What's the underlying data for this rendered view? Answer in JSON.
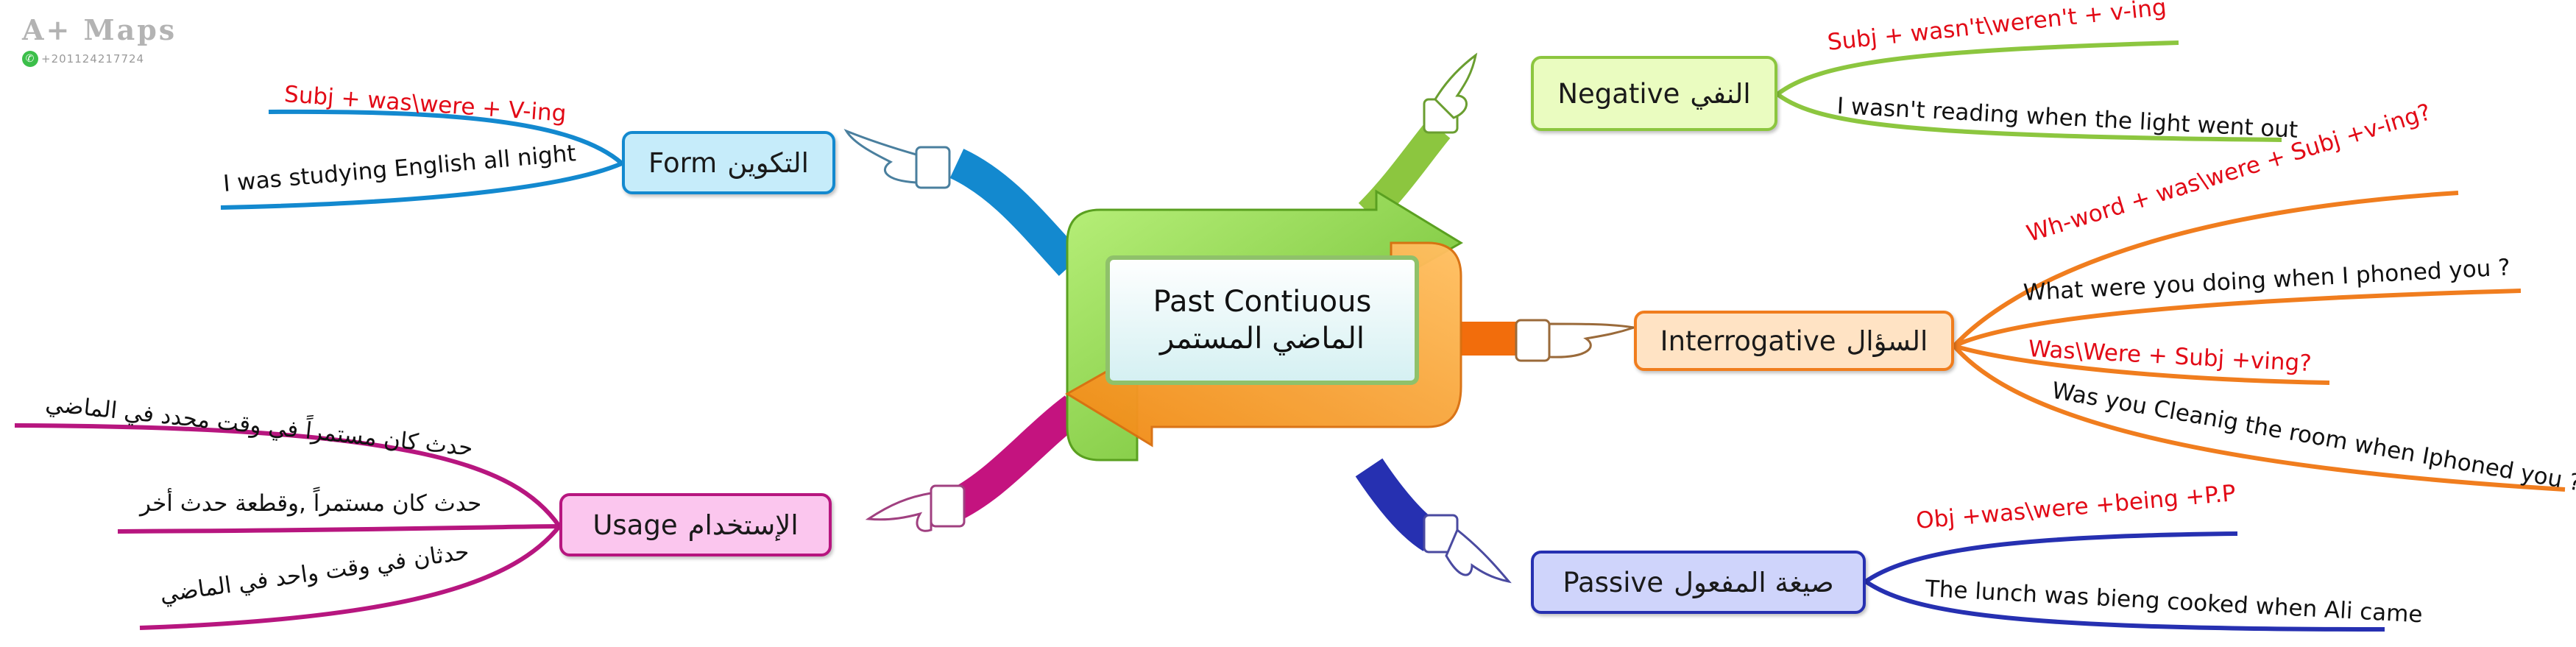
{
  "logo": {
    "title": "A+ Maps",
    "phone": "+201124217724"
  },
  "central": {
    "line1": "Past Contiuous",
    "line2": "الماضي المستمر"
  },
  "branches": {
    "form": {
      "en": "Form",
      "ar": "التكوين",
      "color": "#1389cf",
      "details": [
        "Subj + was\\were + V-ing",
        "I was studying English all night"
      ]
    },
    "negative": {
      "en": "Negative",
      "ar": "النفي",
      "color": "#8cc63f",
      "details": [
        "Subj + wasn't\\weren't + v-ing",
        "I wasn't reading when the light went out"
      ]
    },
    "interrogative": {
      "en": "Interrogative",
      "ar": "السؤال",
      "color": "#f07d1e",
      "details": [
        "Wh-word + was\\were + Subj +v-ing?",
        "What were you doing when I phoned you ?",
        "Was\\Were + Subj +ving?",
        "Was you Cleanig the room when Iphoned you ?"
      ]
    },
    "passive": {
      "en": "Passive",
      "ar": "صيغة المفعول",
      "color": "#2630b1",
      "details": [
        "Obj +was\\were +being +P.P",
        "The lunch was bieng cooked when Ali came"
      ]
    },
    "usage": {
      "en": "Usage",
      "ar": "الإستخدام",
      "color": "#b7167f",
      "details": [
        "حدث كان مستمراً في وقت محدد في الماضي",
        "حدث كان مستمراً ,وقطعة حدث أخر",
        "حدثان في وقت واحد في الماضي"
      ]
    }
  }
}
